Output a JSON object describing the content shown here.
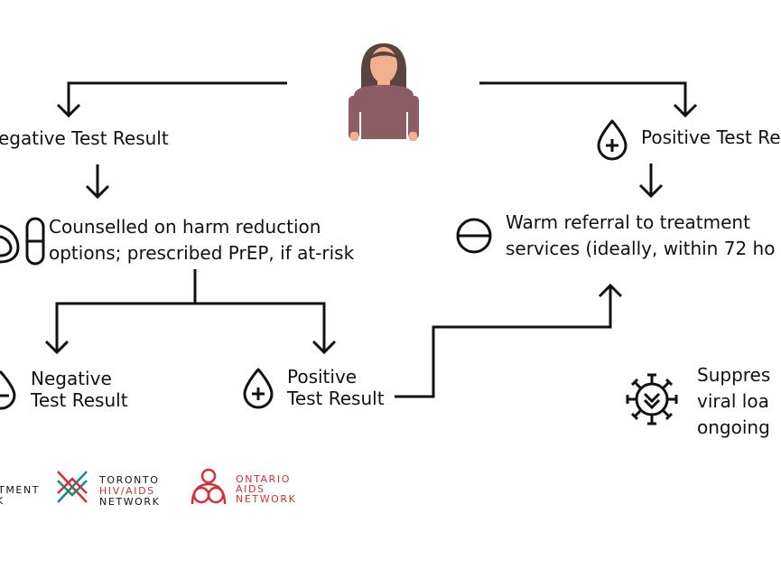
{
  "top_left": {
    "label": "egative Test Result"
  },
  "top_right": {
    "label": "Positive Test Re"
  },
  "counselled": {
    "line1": "Counselled on harm reduction",
    "line2": "options; prescribed PrEP, if at-risk"
  },
  "referral": {
    "line1": "Warm referral to treatment",
    "line2": "services (ideally, within 72 ho"
  },
  "retest_negative": {
    "line1": "Negative",
    "line2": "Test Result"
  },
  "retest_positive": {
    "line1": "Positive",
    "line2": "Test Result"
  },
  "suppressed": {
    "line1": "Suppres",
    "line2": "viral loa",
    "line3": "ongoing"
  },
  "logos": {
    "partial": {
      "line1": "TMENT",
      "line2": "K"
    },
    "toronto": {
      "line1": "TORONTO",
      "line2": "HIV/AIDS",
      "line3": "NETWORK"
    },
    "ontario": {
      "line1": "ONTARIO",
      "line2": "AIDS",
      "line3": "NETWORK"
    }
  },
  "colors": {
    "line": "#111111",
    "hair": "#5a4440",
    "skin": "#f2b08f",
    "shirt": "#8a5e62",
    "teal": "#1a8a7e",
    "red": "#d32f3a"
  },
  "icons": [
    "person-icon",
    "blood-drop-plus-icon",
    "blood-drop-minus-icon",
    "pill-icon",
    "minus-circle-icon",
    "virus-icon"
  ]
}
